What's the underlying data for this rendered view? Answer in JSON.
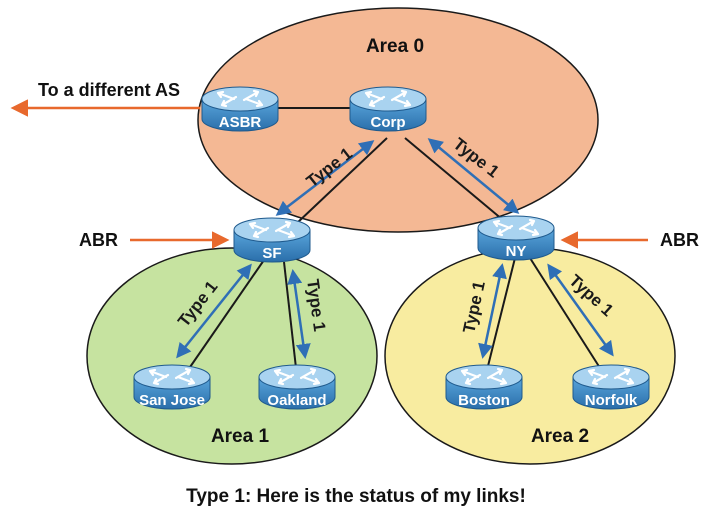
{
  "areas": [
    {
      "id": "area0",
      "label": "Area 0",
      "fill": "#f4b894"
    },
    {
      "id": "area1",
      "label": "Area 1",
      "fill": "#c6e3a0"
    },
    {
      "id": "area2",
      "label": "Area 2",
      "fill": "#f8eca0"
    }
  ],
  "routers": {
    "asbr": "ASBR",
    "corp": "Corp",
    "sf": "SF",
    "ny": "NY",
    "sanjose": "San Jose",
    "oakland": "Oakland",
    "boston": "Boston",
    "norfolk": "Norfolk"
  },
  "labels": {
    "external": "To a different AS",
    "abr_left": "ABR",
    "abr_right": "ABR",
    "type1": "Type 1"
  },
  "caption": "Type 1: Here is the status of my links!",
  "colors": {
    "router_body": "#3d8fcf",
    "router_top": "#a9d3f0",
    "lsa_arrow": "#2f6fb6",
    "pointer_arrow": "#e8692d",
    "link": "#1a1a1a"
  }
}
